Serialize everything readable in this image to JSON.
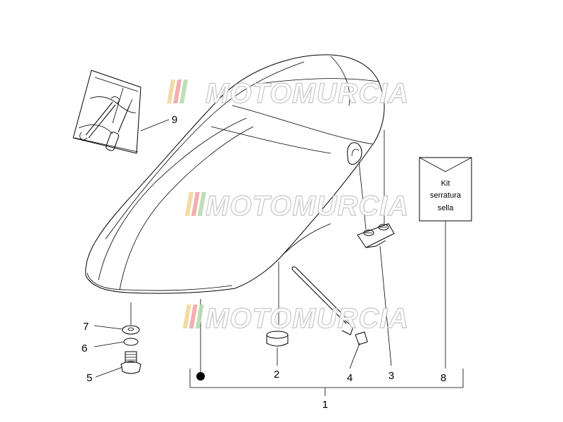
{
  "watermark": {
    "text": "MOTOMURCIA"
  },
  "kit_box": {
    "lines": [
      "Kit",
      "serratura",
      "sella"
    ]
  },
  "part_labels": {
    "p1": "1",
    "p2": "2",
    "p3": "3",
    "p4": "4",
    "p5": "5",
    "p6": "6",
    "p7": "7",
    "p8": "8",
    "p9": "9"
  },
  "colors": {
    "line": "#000000",
    "watermark_outline": "#c9c9c9",
    "watermark_stripes": [
      "#f3d79a",
      "#f2a7a7",
      "#b9dcb0"
    ]
  }
}
